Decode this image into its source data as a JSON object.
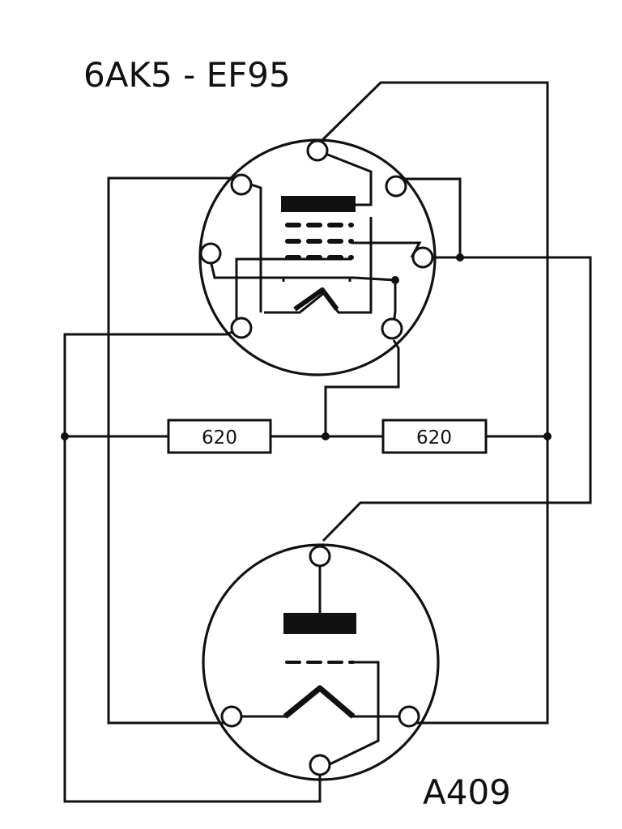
{
  "diagram": {
    "title_top": "6AK5 - EF95",
    "title_bottom": "A409",
    "resistor_left": "620",
    "resistor_right": "620"
  },
  "colors": {
    "ink": "#111111",
    "background": "#ffffff"
  }
}
